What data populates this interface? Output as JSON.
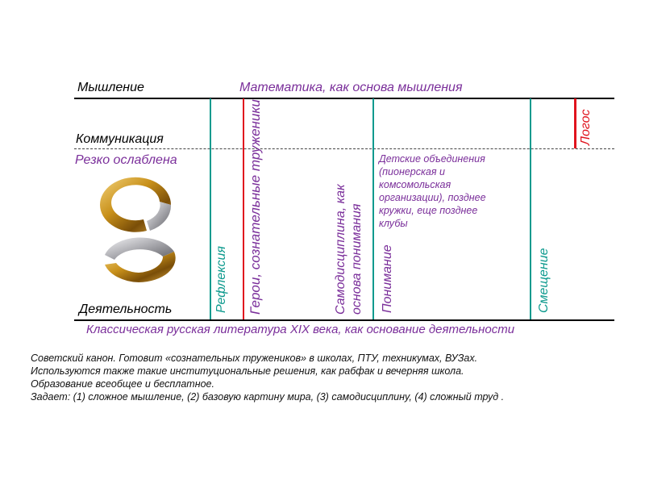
{
  "axis_labels": {
    "thinking": "Мышление",
    "communication": "Коммуникация",
    "activity": "Деятельность"
  },
  "top_label": "Математика, как основа мышления",
  "bottom_label": "Классическая русская литература XIX века, как основание деятельности",
  "sharply_weakened": "Резко ослаблена",
  "vertical_labels": {
    "reflexion": "Рефлексия",
    "heroes": "Герои, сознательные труженики",
    "selfdiscipline_1": "Самодисциплина, как",
    "selfdiscipline_2": "основа понимания",
    "understanding": "Понимание",
    "displacement": "Смещение",
    "logos": "Логос"
  },
  "organizations_text": [
    "Детские объединения",
    "(пионерская и",
    "комсомольская",
    "организации), позднее",
    "кружки, еще позднее",
    "клубы"
  ],
  "notes": [
    "Советский канон. Готовит «сознательных тружеников» в школах, ПТУ, техникумах, ВУЗах.",
    "Используются также такие институциональные решения, как рабфак и вечерняя школа.",
    "Образование всеобщее и бесплатное.",
    "Задает: (1) сложное мышление, (2) базовую картину мира, (3) самодисциплину, (4) сложный труд ."
  ],
  "colors": {
    "teal": "#0e9a8e",
    "purple": "#7a2e9a",
    "red": "#e0141e",
    "black": "#000000",
    "gold": "#c8901a",
    "silver": "#b8b8bc"
  },
  "logo_icon": "thinking-activity-rings-icon"
}
